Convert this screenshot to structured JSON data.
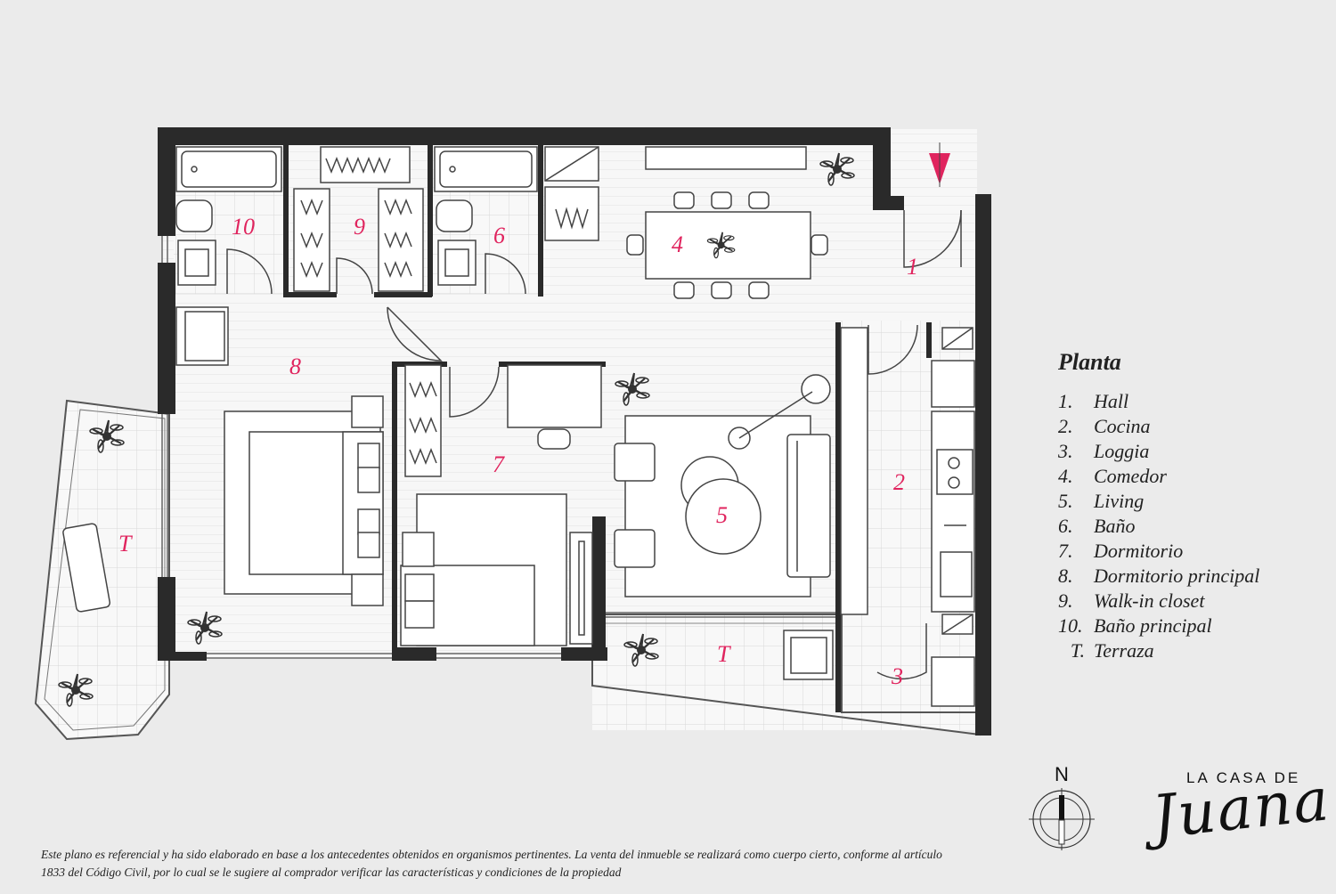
{
  "rooms": [
    {
      "num": "1"
    },
    {
      "num": "2"
    },
    {
      "num": "3"
    },
    {
      "num": "4"
    },
    {
      "num": "5"
    },
    {
      "num": "6"
    },
    {
      "num": "7"
    },
    {
      "num": "8"
    },
    {
      "num": "9"
    },
    {
      "num": "10"
    },
    {
      "num": "T"
    },
    {
      "num": "T"
    }
  ],
  "legend": {
    "title": "Planta",
    "items": [
      {
        "num": "1.",
        "label": "Hall"
      },
      {
        "num": "2.",
        "label": "Cocina"
      },
      {
        "num": "3.",
        "label": "Loggia"
      },
      {
        "num": "4.",
        "label": "Comedor"
      },
      {
        "num": "5.",
        "label": "Living"
      },
      {
        "num": "6.",
        "label": "Baño"
      },
      {
        "num": "7.",
        "label": "Dormitorio"
      },
      {
        "num": "8.",
        "label": "Dormitorio principal"
      },
      {
        "num": "9.",
        "label": "Walk-in closet"
      },
      {
        "num": "10.",
        "label": "Baño principal"
      },
      {
        "num": "T.",
        "label": "Terraza"
      }
    ]
  },
  "compass": {
    "label": "N"
  },
  "brand": {
    "top": "LA CASA DE",
    "script": "Juana"
  },
  "disclaimer": "Este plano es referencial y ha sido elaborado en base a los antecedentes obtenidos en organismos pertinentes.  La venta del inmueble se realizará como cuerpo cierto, conforme al artículo 1833 del Código Civil, por lo cual se le sugiere al comprador verificar las características y condiciones de la propiedad",
  "colors": {
    "accent": "#e0245e",
    "wall": "#2a2a2a",
    "background": "#ebebeb",
    "floor": "#f7f7f7"
  },
  "icons": [
    "entry-arrow-icon",
    "compass-icon",
    "plant-icon"
  ]
}
